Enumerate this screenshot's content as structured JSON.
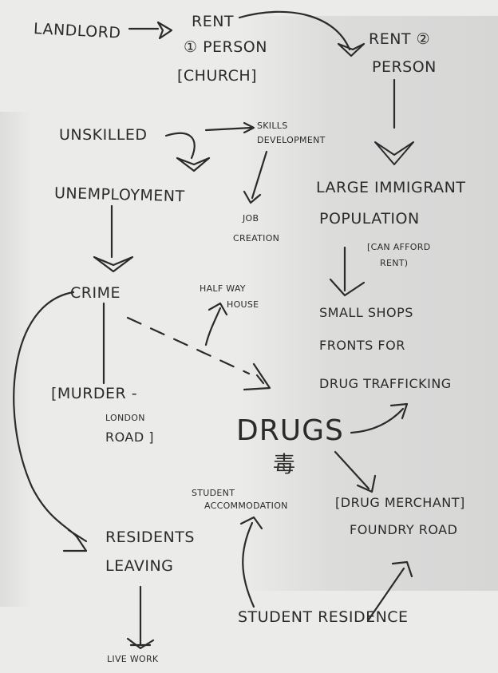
{
  "labels": {
    "landlord": "LANDLORD",
    "rent1": "RENT",
    "person1": "① PERSON",
    "church": "[CHURCH]",
    "rent2": "RENT ②",
    "person2": "PERSON",
    "unskilled": "UNSKILLED",
    "skills1": "SKILLS",
    "skills2": "DEVELOPMENT",
    "unemployment": "UNEMPLOYMENT",
    "job1": "JOB",
    "job2": "CREATION",
    "large_immigrant": "LARGE IMMIGRANT",
    "population": "POPULATION",
    "can_afford1": "[CAN AFFORD",
    "can_afford2": "RENT)",
    "crime": "CRIME",
    "halfway1": "HALF WAY",
    "halfway2": "HOUSE",
    "small_shops": "SMALL SHOPS",
    "fronts_for": "FRONTS FOR",
    "drug_trafficking": "DRUG TRAFFICKING",
    "murder": "[MURDER -",
    "london": "LONDON",
    "road": "ROAD ]",
    "drugs": "DRUGS",
    "chinese_char": "毒",
    "student_acc1": "STUDENT",
    "student_acc2": "ACCOMMODATION",
    "drug_merchant": "[DRUG MERCHANT]",
    "foundry_road": "FOUNDRY ROAD",
    "residents": "RESIDENTS",
    "leaving": "LEAVING",
    "student_residence": "STUDENT RESIDENCE",
    "live_work": "LIVE WORK"
  },
  "ink_color": "#2b2b2b",
  "paper_color": "#ebebea"
}
